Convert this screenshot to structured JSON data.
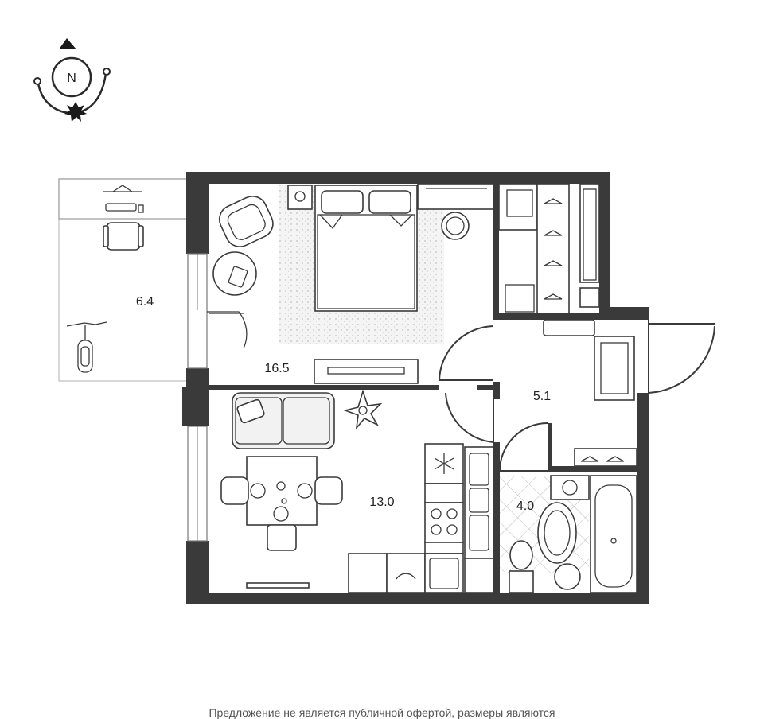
{
  "compass": {
    "label": "N",
    "icon": "compass-north-icon"
  },
  "rooms": [
    {
      "id": "balcony",
      "area": "6.4"
    },
    {
      "id": "bedroom",
      "area": "16.5"
    },
    {
      "id": "hallway",
      "area": "5.1"
    },
    {
      "id": "kitchen-living",
      "area": "13.0"
    },
    {
      "id": "bathroom",
      "area": "4.0"
    }
  ],
  "footer_text": "Предложение не является публичной офертой, размеры являются"
}
